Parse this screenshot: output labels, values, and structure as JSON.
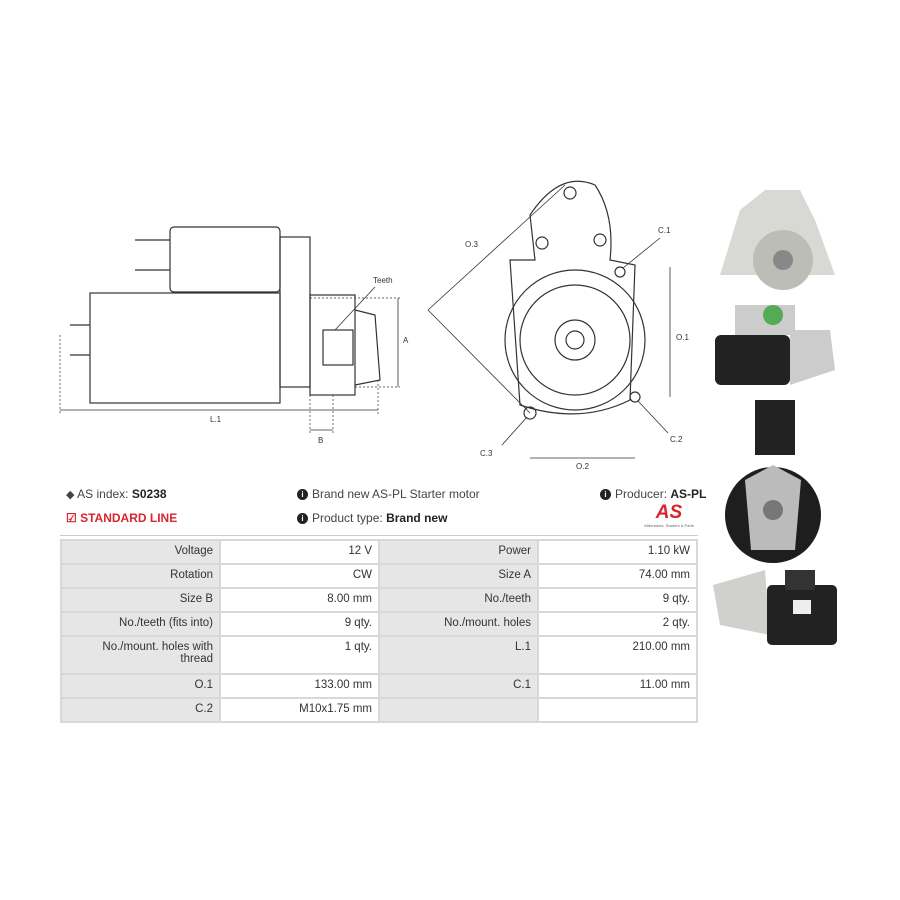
{
  "diagram": {
    "teeth": "Teeth",
    "a": "A",
    "b": "B",
    "l1": "L.1",
    "o3": "O.3",
    "c1": "C.1",
    "o1": "O.1",
    "c2": "C.2",
    "c3": "C.3",
    "o2": "O.2"
  },
  "info": {
    "as_index_label": "AS index:",
    "as_index": "S0238",
    "line": "STANDARD LINE",
    "description": "Brand new AS-PL Starter motor",
    "product_type_label": "Product type:",
    "product_type": "Brand new",
    "producer_label": "Producer:",
    "producer": "AS-PL",
    "logo_text": "AS",
    "logo_tagline": "Alternators, Starters & Parts"
  },
  "specs": [
    [
      "Voltage",
      "12 V",
      "Power",
      "1.10 kW"
    ],
    [
      "Rotation",
      "CW",
      "Size A",
      "74.00 mm"
    ],
    [
      "Size B",
      "8.00 mm",
      "No./teeth",
      "9 qty."
    ],
    [
      "No./teeth (fits into)",
      "9 qty.",
      "No./mount. holes",
      "2 qty."
    ],
    [
      "No./mount. holes with thread",
      "1 qty.",
      "L.1",
      "210.00 mm"
    ],
    [
      "O.1",
      "133.00 mm",
      "C.1",
      "11.00 mm"
    ],
    [
      "C.2",
      "M10x1.75 mm",
      "",
      ""
    ]
  ]
}
